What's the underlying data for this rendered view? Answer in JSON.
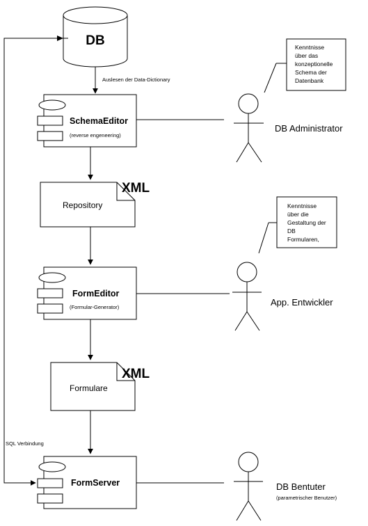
{
  "database": {
    "label": "DB"
  },
  "edges": {
    "db_to_schema": "Auslesen der Data-Dictionary",
    "sql_connection": "SQL Verbindung"
  },
  "components": {
    "schema_editor": {
      "name": "SchemaEditor",
      "sub": "(reverse engeneering)"
    },
    "form_editor": {
      "name": "FormEditor",
      "sub": "(Formular-Generator)"
    },
    "form_server": {
      "name": "FormServer"
    }
  },
  "documents": {
    "repository": {
      "label": "Repository",
      "tag": "XML"
    },
    "formulare": {
      "label": "Formulare",
      "tag": "XML"
    }
  },
  "actors": {
    "db_admin": {
      "label": "DB Administrator"
    },
    "app_dev": {
      "label": "App. Entwickler"
    },
    "db_user": {
      "label": "DB Bentuter",
      "sub": "(parametrischer Benutzer)"
    }
  },
  "notes": {
    "admin_note": [
      "Kenntnisse",
      "über das",
      "konzeptionelle",
      "Schema der",
      "Datenbank"
    ],
    "dev_note": [
      "Kenntnisse",
      "über die",
      "Gestaltung der",
      "DB",
      "Formularen,"
    ]
  }
}
